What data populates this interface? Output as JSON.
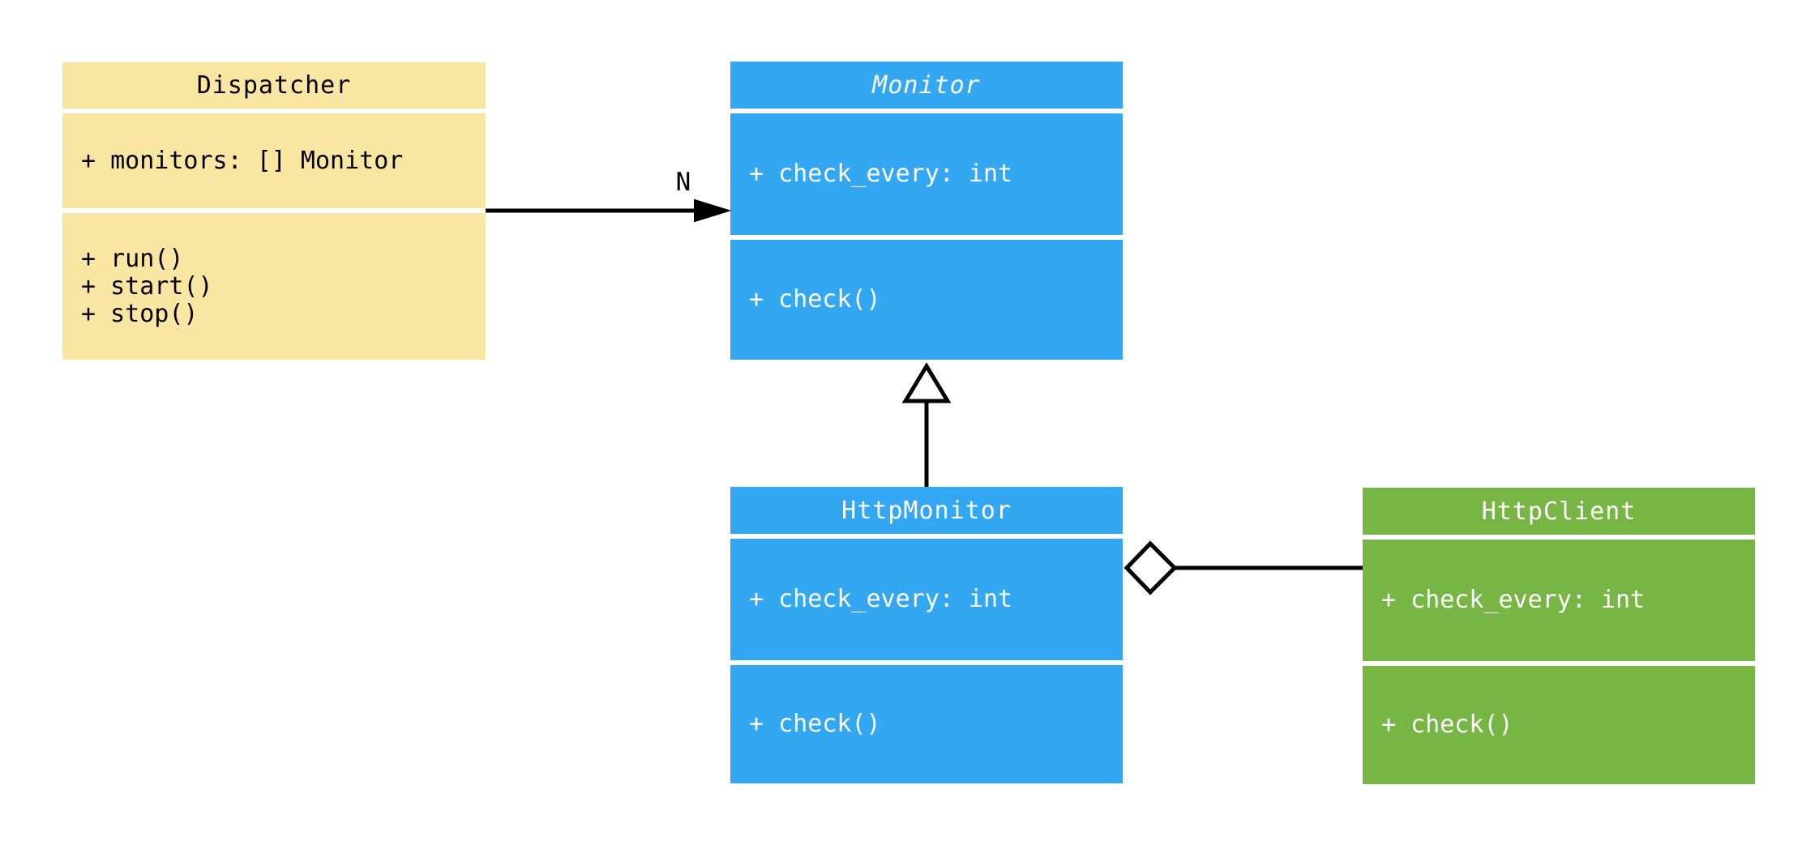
{
  "diagram": {
    "kind": "uml-class-diagram",
    "classes": [
      {
        "name": "Dispatcher",
        "abstract": false,
        "fill": "#FAE6A3",
        "text_color": "#000000",
        "attributes": [
          "+ monitors: [] Monitor"
        ],
        "methods": [
          "+ run()",
          "+ start()",
          "+ stop()"
        ]
      },
      {
        "name": "Monitor",
        "abstract": true,
        "fill": "#33A7F2",
        "text_color": "#FFFFFF",
        "attributes": [
          "+ check_every: int"
        ],
        "methods": [
          "+ check()"
        ]
      },
      {
        "name": "HttpMonitor",
        "abstract": false,
        "fill": "#33A7F2",
        "text_color": "#FFFFFF",
        "attributes": [
          "+ check_every: int"
        ],
        "methods": [
          "+ check()"
        ]
      },
      {
        "name": "HttpClient",
        "abstract": false,
        "fill": "#77B544",
        "text_color": "#FFFFFF",
        "attributes": [
          "+ check_every: int"
        ],
        "methods": [
          "+ check()"
        ]
      }
    ],
    "relationships": [
      {
        "from": "Dispatcher",
        "to": "Monitor",
        "type": "association",
        "arrowhead": "filled-arrow",
        "multiplicity_label": "N"
      },
      {
        "from": "HttpMonitor",
        "to": "Monitor",
        "type": "inheritance",
        "arrowhead": "hollow-triangle",
        "multiplicity_label": ""
      },
      {
        "from": "HttpMonitor",
        "to": "HttpClient",
        "type": "aggregation",
        "arrowhead": "hollow-diamond",
        "multiplicity_label": ""
      }
    ]
  }
}
